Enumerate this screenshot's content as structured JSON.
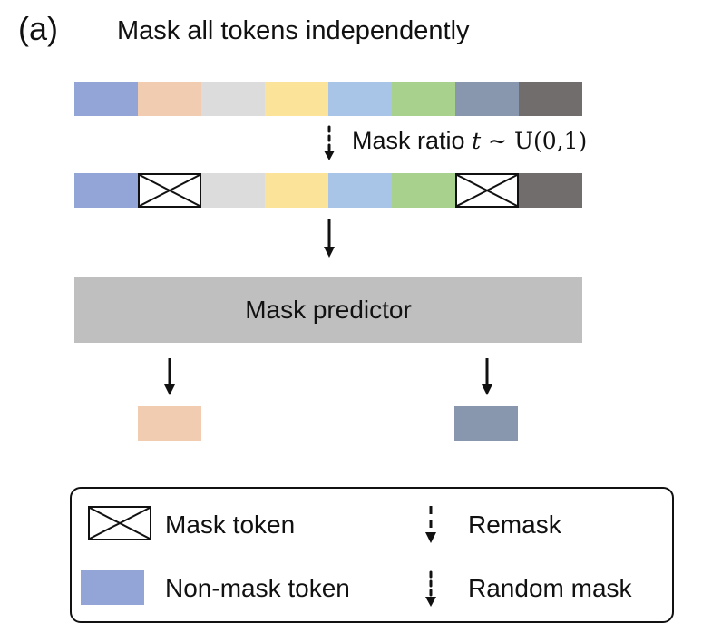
{
  "header": {
    "panel_label": "(a)",
    "title": "Mask all tokens independently"
  },
  "step": {
    "ratio_label": "Mask ratio",
    "ratio_var": "t",
    "ratio_dist": " ∼ U(0,1)"
  },
  "predictor": {
    "label": "Mask predictor"
  },
  "sequence": {
    "token_colors": [
      "#92a5d6",
      "#f2ccb1",
      "#dcdcdc",
      "#fbe49a",
      "#a8c4e6",
      "#a9d18e",
      "#8896ae",
      "#716d6d"
    ],
    "masked_positions": [
      1,
      6
    ],
    "predicted_colors": [
      "#f2ccb1",
      "#8896ae"
    ]
  },
  "legend": {
    "mask_token": "Mask token",
    "non_mask_token": "Non-mask token",
    "remask": "Remask",
    "random_mask": "Random mask",
    "non_mask_color": "#92a5d6"
  },
  "icons": {
    "mask_token": "mask-token-icon",
    "remask": "remask-arrow-icon",
    "random_mask": "random-mask-arrow-icon"
  }
}
